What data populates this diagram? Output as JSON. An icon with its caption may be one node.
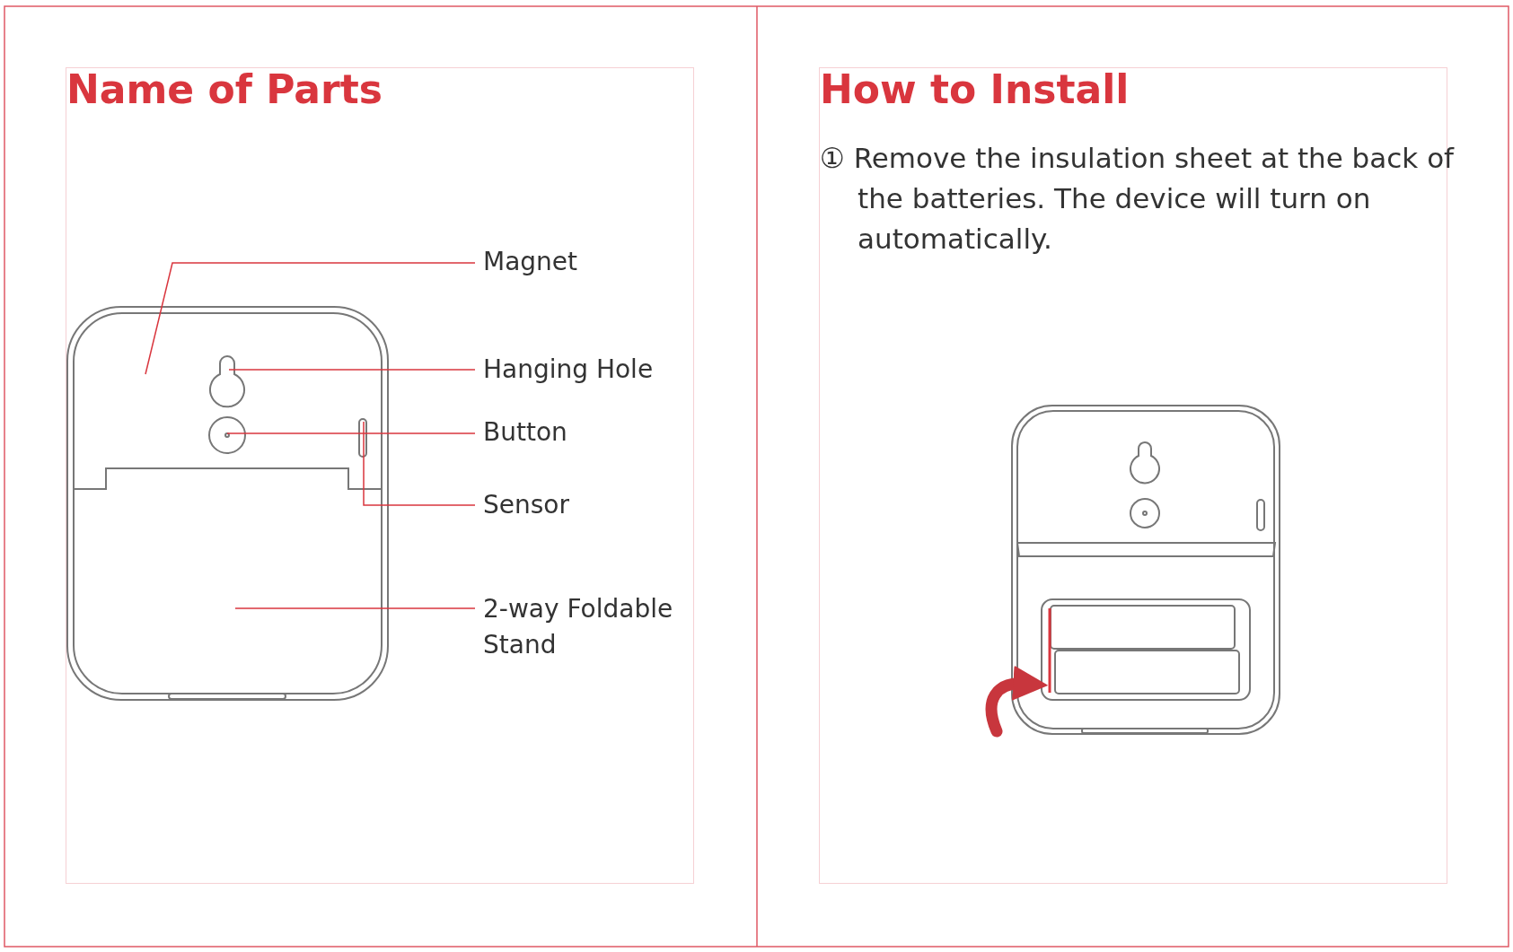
{
  "diagram": {
    "nodes": [
      {
        "text": [
          "Name of Parts"
        ]
      },
      {
        "text": [
          "Magnet"
        ],
        "in": 0
      },
      {
        "text": [
          "Hanging Hole"
        ],
        "in": 0
      },
      {
        "text": [
          "Button"
        ],
        "in": 0
      },
      {
        "text": [
          "Sensor"
        ],
        "in": 0
      },
      {
        "text": [
          "2-way Foldable Stand"
        ],
        "in": 0
      },
      {
        "text": [
          "How to Install",
          "① Remove the insulation sheet at the back of the batteries. The device will turn on automatically."
        ]
      }
    ],
    "edges": [
      {
        "from": 1,
        "to": null,
        "arrow": "none"
      },
      {
        "from": 2,
        "to": null,
        "arrow": "none"
      },
      {
        "from": 3,
        "to": null,
        "arrow": "none"
      },
      {
        "from": 4,
        "to": null,
        "arrow": "none"
      },
      {
        "from": 5,
        "to": null,
        "arrow": "none"
      }
    ]
  }
}
